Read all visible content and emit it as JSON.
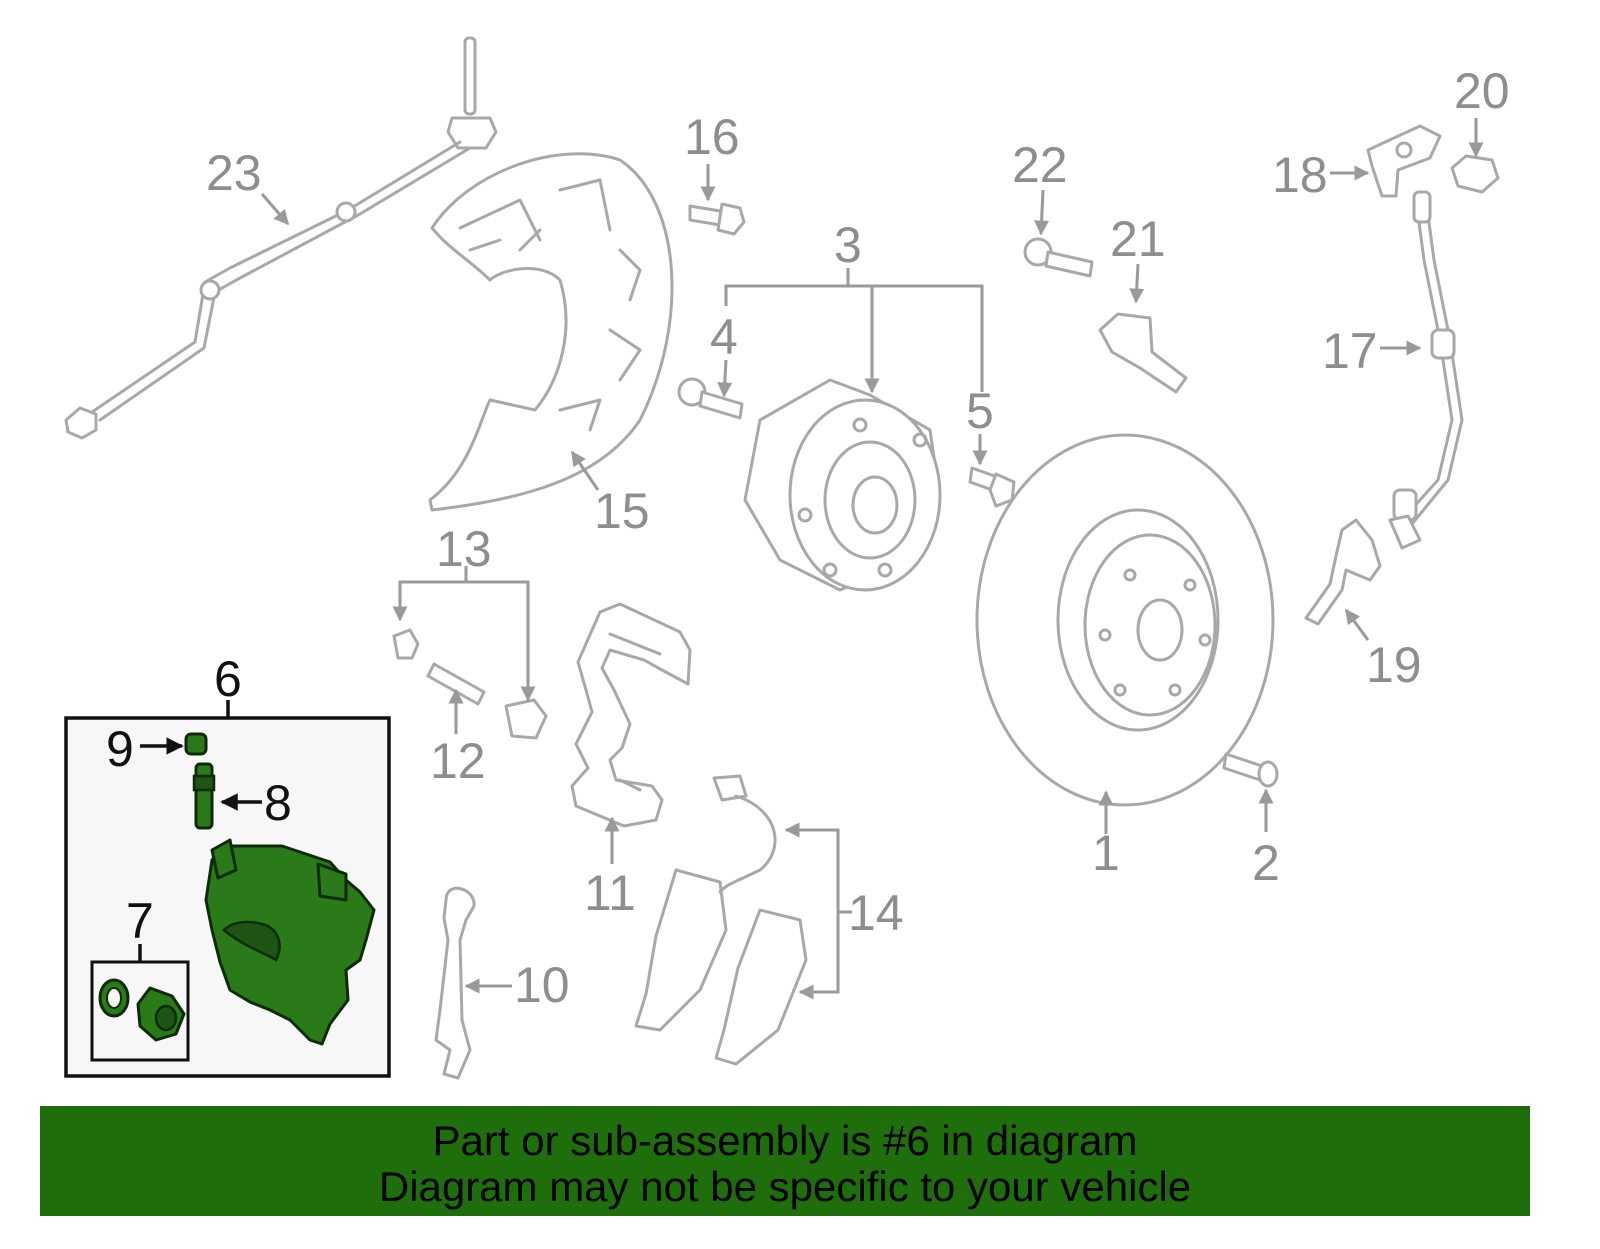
{
  "colors": {
    "banner_bg": "#1f6e0c",
    "highlight_part": "#2a7a1a",
    "line_art": "#a8a8a8",
    "label_text": "#8e8e8e"
  },
  "callouts": {
    "c1": "1",
    "c2": "2",
    "c3": "3",
    "c4": "4",
    "c5": "5",
    "c6": "6",
    "c7": "7",
    "c8": "8",
    "c9": "9",
    "c10": "10",
    "c11": "11",
    "c12": "12",
    "c13": "13",
    "c14": "14",
    "c15": "15",
    "c16": "16",
    "c17": "17",
    "c18": "18",
    "c19": "19",
    "c20": "20",
    "c21": "21",
    "c22": "22",
    "c23": "23"
  },
  "banner": {
    "line1": "Part or sub-assembly is #6 in diagram",
    "line2": "Diagram may not be specific to your vehicle"
  }
}
